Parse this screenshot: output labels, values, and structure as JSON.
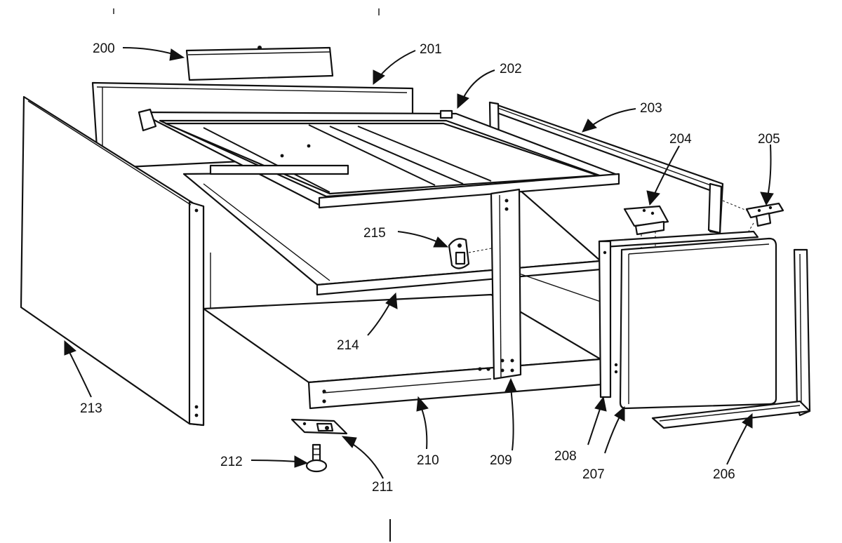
{
  "diagram": {
    "labels": {
      "p200": "200",
      "p201": "201",
      "p202": "202",
      "p203": "203",
      "p204": "204",
      "p205": "205",
      "p206": "206",
      "p207": "207",
      "p208": "208",
      "p209": "209",
      "p210": "210",
      "p211": "211",
      "p212": "212",
      "p213": "213",
      "p214": "214",
      "p215": "215"
    }
  }
}
